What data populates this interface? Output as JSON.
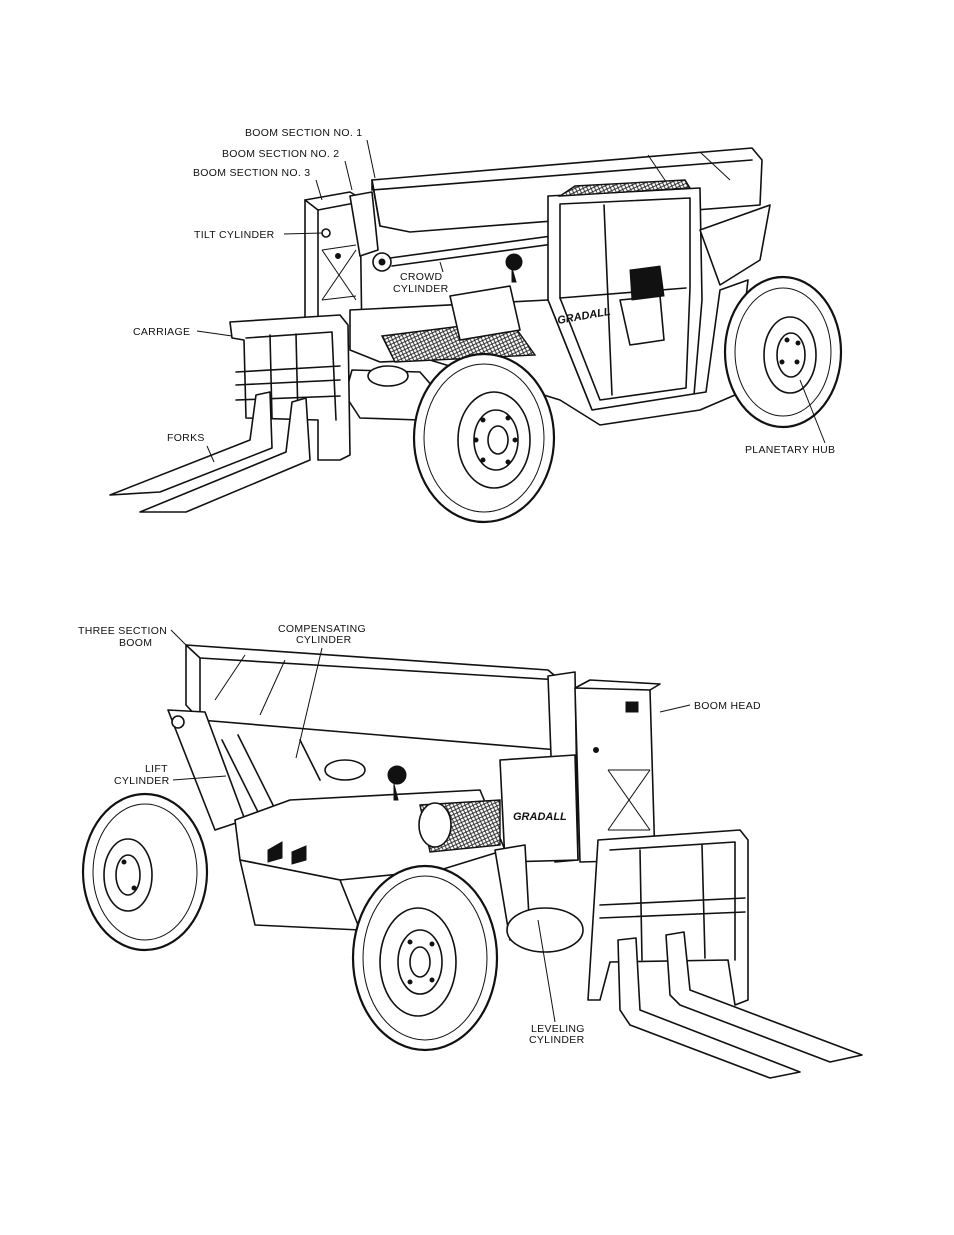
{
  "top_figure": {
    "labels": {
      "boom_section_1": "BOOM SECTION NO. 1",
      "boom_section_2": "BOOM SECTION NO. 2",
      "boom_section_3": "BOOM SECTION NO. 3",
      "tilt_cylinder": "TILT CYLINDER",
      "crowd_cylinder_1": "CROWD",
      "crowd_cylinder_2": "CYLINDER",
      "carriage": "CARRIAGE",
      "forks": "FORKS",
      "planetary_hub": "PLANETARY HUB"
    },
    "brand": "GRADALL"
  },
  "bottom_figure": {
    "labels": {
      "three_section_boom_1": "THREE SECTION",
      "three_section_boom_2": "BOOM",
      "compensating_cylinder_1": "COMPENSATING",
      "compensating_cylinder_2": "CYLINDER",
      "boom_head": "BOOM HEAD",
      "lift_cylinder_1": "LIFT",
      "lift_cylinder_2": "CYLINDER",
      "leveling_cylinder_1": "LEVELING",
      "leveling_cylinder_2": "CYLINDER"
    },
    "brand": "GRADALL"
  },
  "icons": [
    "forklift-front-view",
    "forklift-rear-view"
  ]
}
